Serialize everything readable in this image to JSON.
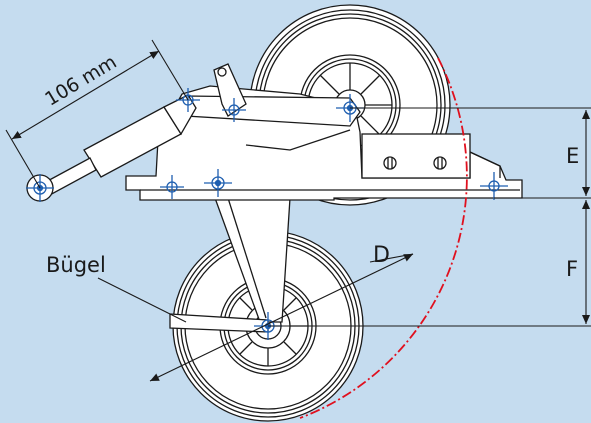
{
  "labels": {
    "dimension": "106 mm",
    "bracket": "Bügel",
    "diameter": "D",
    "height_e": "E",
    "height_f": "F"
  },
  "colors": {
    "background": "#c5dcef",
    "line": "#1a1a1a",
    "pivot": "#1f5fb0",
    "swing_arc": "#e0101e"
  }
}
